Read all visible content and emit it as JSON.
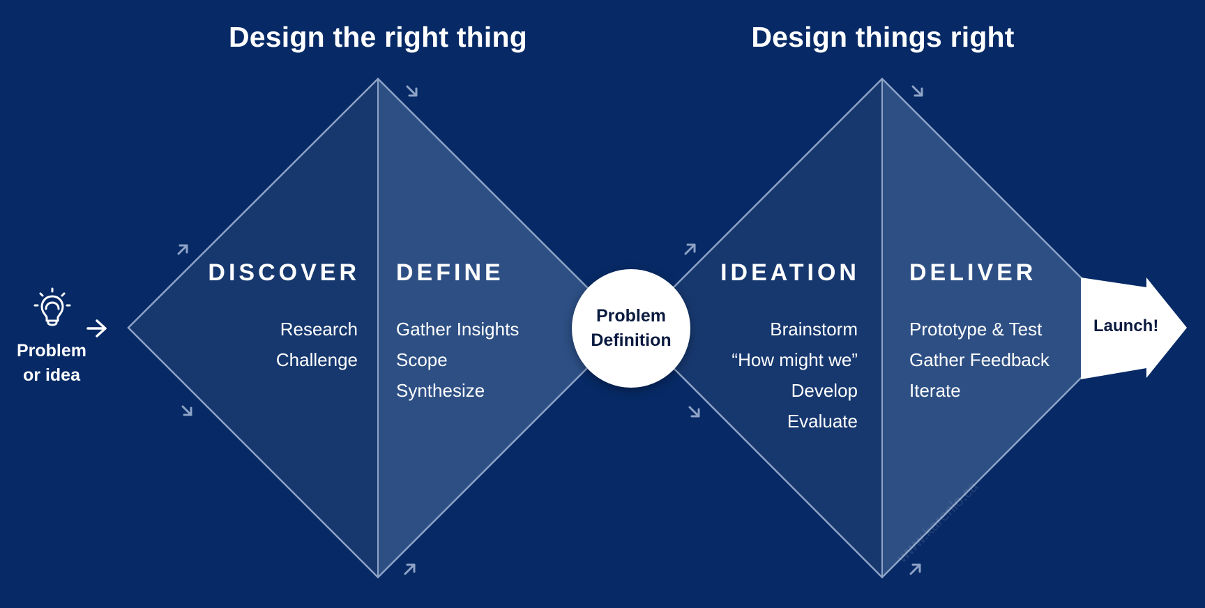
{
  "headings": {
    "left": "Design the right thing",
    "right": "Design things right"
  },
  "start": {
    "icon": "lightbulb-icon",
    "line1": "Problem",
    "line2": "or idea"
  },
  "phases": {
    "discover": {
      "title": "DISCOVER",
      "items": [
        "Research",
        "Challenge"
      ]
    },
    "define": {
      "title": "DEFINE",
      "items": [
        "Gather Insights",
        "Scope",
        "Synthesize"
      ]
    },
    "ideation": {
      "title": "IDEATION",
      "items": [
        "Brainstorm",
        "“How might we”",
        "Develop",
        "Evaluate"
      ]
    },
    "deliver": {
      "title": "DELIVER",
      "items": [
        "Prototype & Test",
        "Gather Feedback",
        "Iterate"
      ]
    }
  },
  "center": {
    "line1": "Problem",
    "line2": "Definition"
  },
  "end": {
    "label": "Launch!"
  },
  "watermark": "www.karenlo.ca",
  "colors": {
    "background": "#072a66",
    "diamond_light": "#2d4f84",
    "diamond_dark": "#17386f",
    "outline": "#8ea3c6",
    "arrow_small": "#8ea3c6",
    "white": "#ffffff",
    "dark_text": "#0a1a3f"
  }
}
